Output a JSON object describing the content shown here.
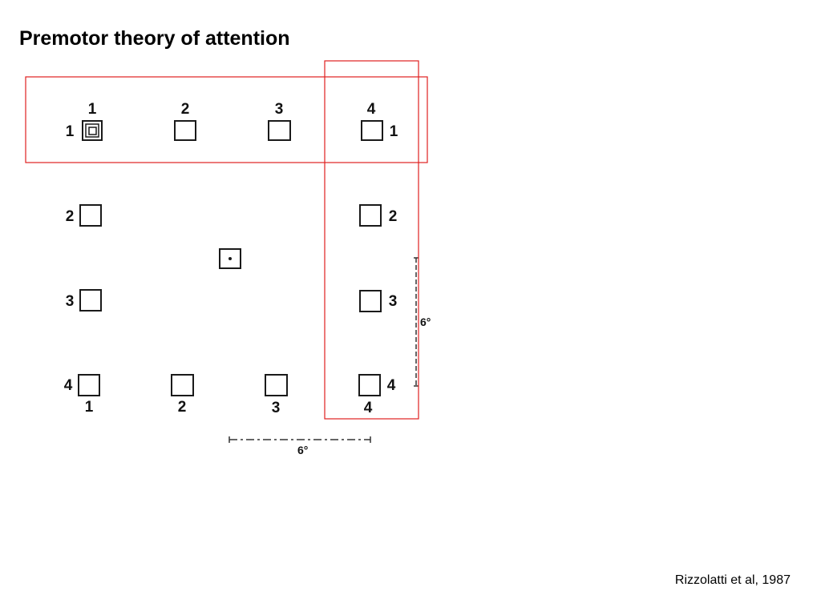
{
  "slide": {
    "title": "Premotor theory of attention",
    "citation": "Rizzolatti et al, 1987"
  },
  "figure": {
    "column_labels_top": [
      "1",
      "2",
      "3",
      "4"
    ],
    "column_labels_bottom": [
      "1",
      "2",
      "3",
      "4"
    ],
    "row_labels_left": [
      "1",
      "2",
      "3",
      "4"
    ],
    "row_labels_right": [
      "1",
      "2",
      "3",
      "4"
    ],
    "scale_horizontal": "6°",
    "scale_vertical": "6°",
    "highlight_color": "#e02020",
    "box_color": "#1a1a1a"
  }
}
